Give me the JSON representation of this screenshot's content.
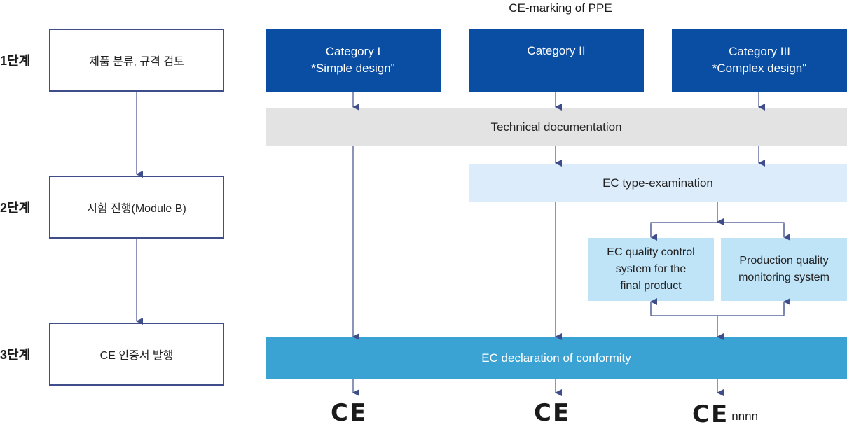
{
  "diagram": {
    "title": "CE-marking of PPE",
    "stages": [
      {
        "label": "1단계",
        "box": "제품 분류, 규격 검토"
      },
      {
        "label": "2단계",
        "box": "시험 진행(Module B)"
      },
      {
        "label": "3단계",
        "box": "CE 인증서 발행"
      }
    ],
    "categories": [
      {
        "line1": "Category I",
        "line2": "*Simple design\""
      },
      {
        "line1": "Category II",
        "line2": ""
      },
      {
        "line1": "Category III",
        "line2": "*Complex design\""
      }
    ],
    "technical_documentation": "Technical documentation",
    "ec_type_examination": "EC type-examination",
    "quality_boxes": [
      [
        "EC quality control",
        "system for the",
        "final product"
      ],
      [
        "Production quality",
        "monitoring system"
      ]
    ],
    "declaration": "EC declaration of conformity",
    "marks": [
      {
        "symbol": "CE",
        "suffix": ""
      },
      {
        "symbol": "CE",
        "suffix": ""
      },
      {
        "symbol": "CE",
        "suffix": "nnnn"
      }
    ],
    "colors": {
      "category_fill": "#0a4ea3",
      "techdoc_fill": "#e3e3e3",
      "ectype_fill": "#dcecfb",
      "quality_fill": "#bfe3f7",
      "declaration_fill": "#3ba3d3",
      "arrow": "#3f4d8a"
    }
  }
}
